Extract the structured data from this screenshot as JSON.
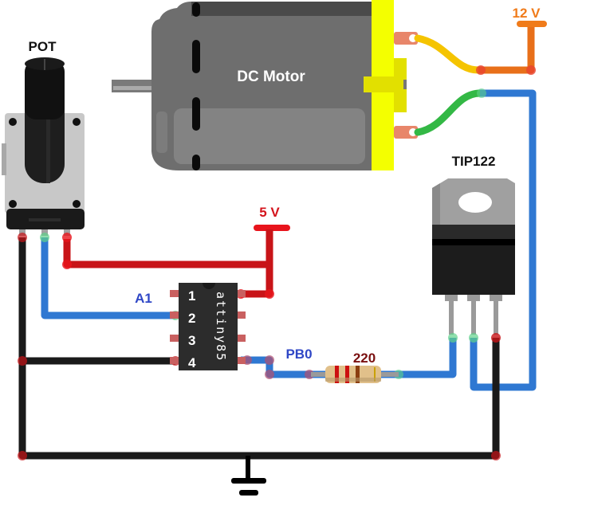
{
  "labels": {
    "pot": "POT",
    "motor": "DC Motor",
    "v12": "12 V",
    "v5": "5 V",
    "transistor": "TIP122",
    "chip": "attiny85",
    "a1": "A1",
    "pb0": "PB0",
    "resistor": "220",
    "pin1": "1",
    "pin2": "2",
    "pin3": "3",
    "pin4": "4"
  },
  "colors": {
    "wire_red": "#d4141c",
    "wire_blue": "#2f78d2",
    "wire_black": "#1a1a1a",
    "wire_orange": "#e8701a",
    "wire_yellow": "#f5c400",
    "wire_green": "#33b845",
    "motor_body": "#6e6e6e",
    "motor_cap": "#f4ff00",
    "label_blue": "#2f47c6",
    "label_red": "#d4141c",
    "label_orange": "#f07b1a",
    "label_maroon": "#7a1010"
  }
}
